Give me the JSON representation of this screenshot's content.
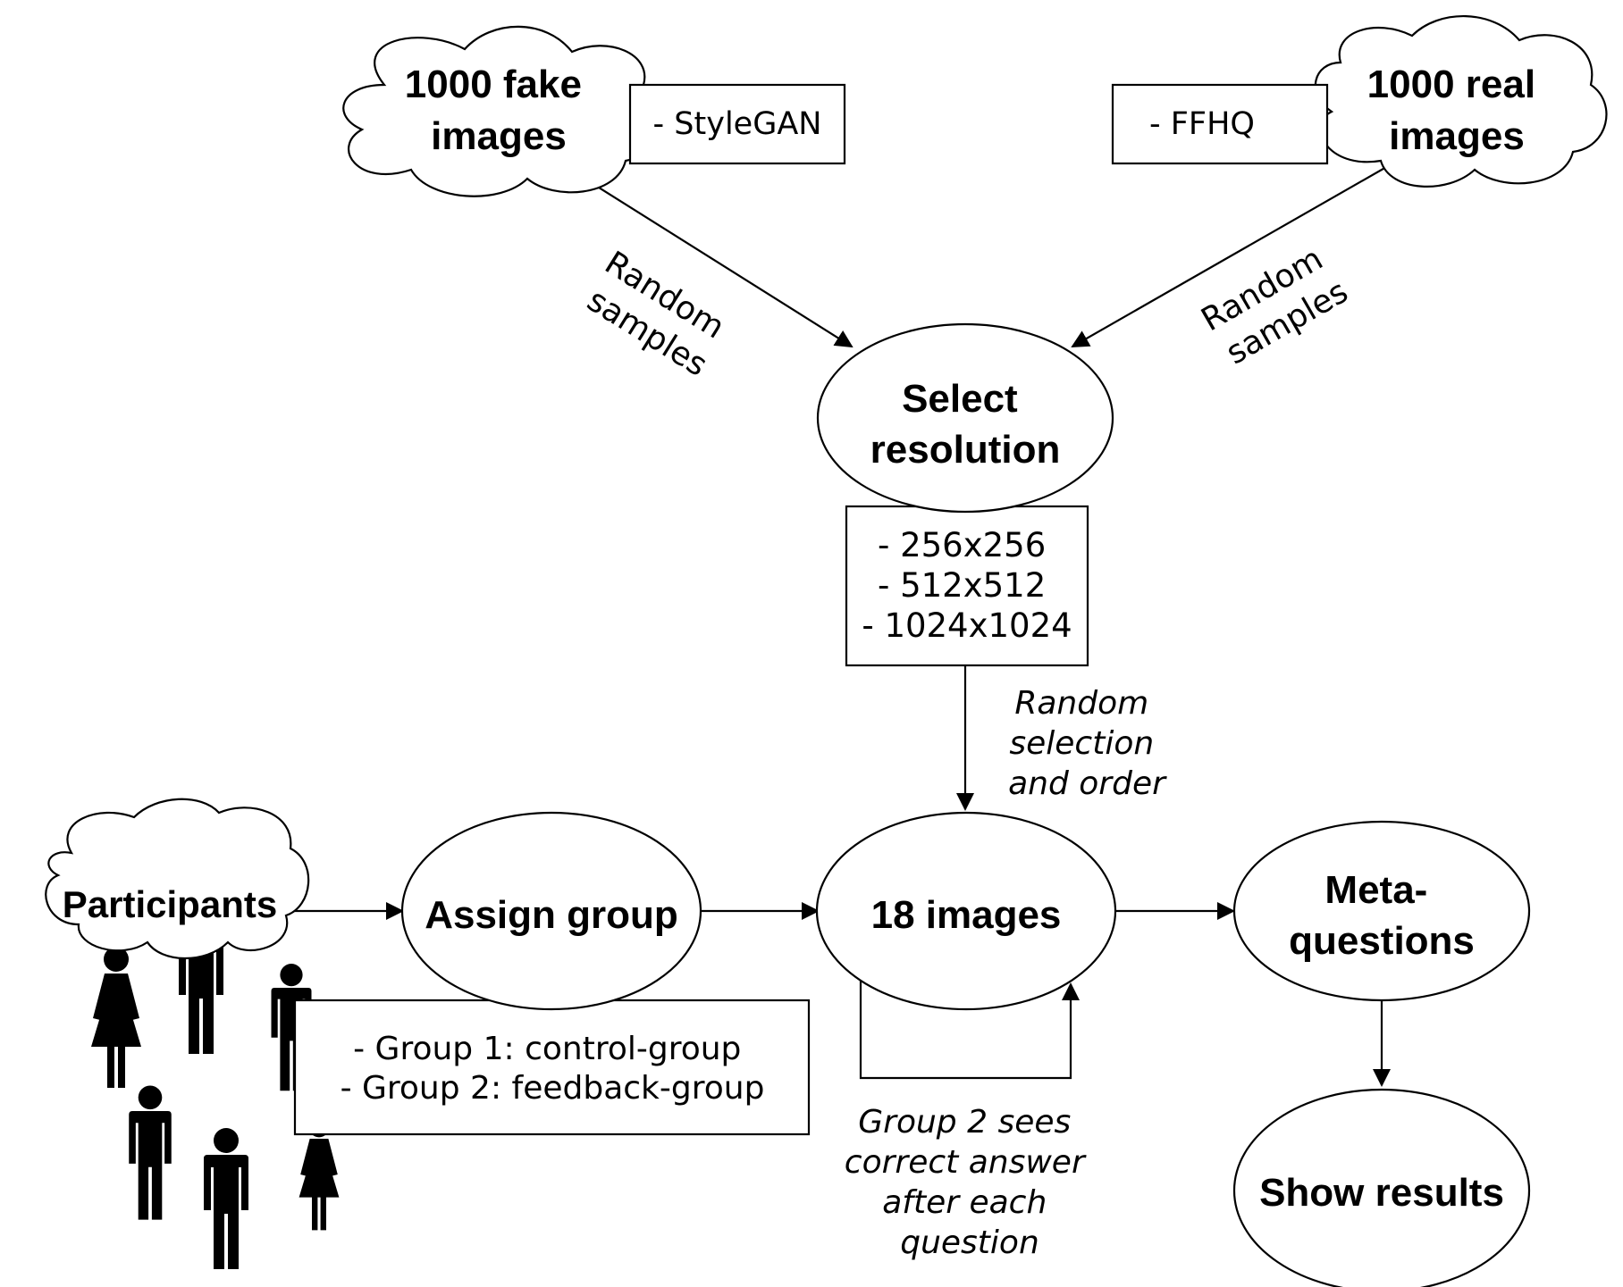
{
  "nodes": {
    "fake_images": [
      "1000 fake",
      "images"
    ],
    "real_images": [
      "1000 real",
      "images"
    ],
    "select_resolution": [
      "Select",
      "resolution"
    ],
    "participants": "Participants",
    "assign_group": "Assign group",
    "eighteen_images": "18 images",
    "meta_questions": [
      "Meta-",
      "questions"
    ],
    "show_results": "Show results"
  },
  "boxes": {
    "stylegan": "- StyleGAN",
    "ffhq": "- FFHQ",
    "resolutions": [
      "- 256x256",
      "- 512x512",
      "- 1024x1024"
    ],
    "groups": [
      "- Group 1: control-group",
      "- Group 2: feedback-group"
    ]
  },
  "edge_labels": {
    "fake_samples": [
      "Random",
      "samples"
    ],
    "real_samples": [
      "Random",
      "samples"
    ],
    "selection": [
      "Random",
      "selection",
      "and order"
    ],
    "feedback_loop": [
      "Group 2 sees",
      "correct answer",
      "after each",
      "question"
    ]
  },
  "icons": [
    "woman-icon",
    "man-icon"
  ]
}
